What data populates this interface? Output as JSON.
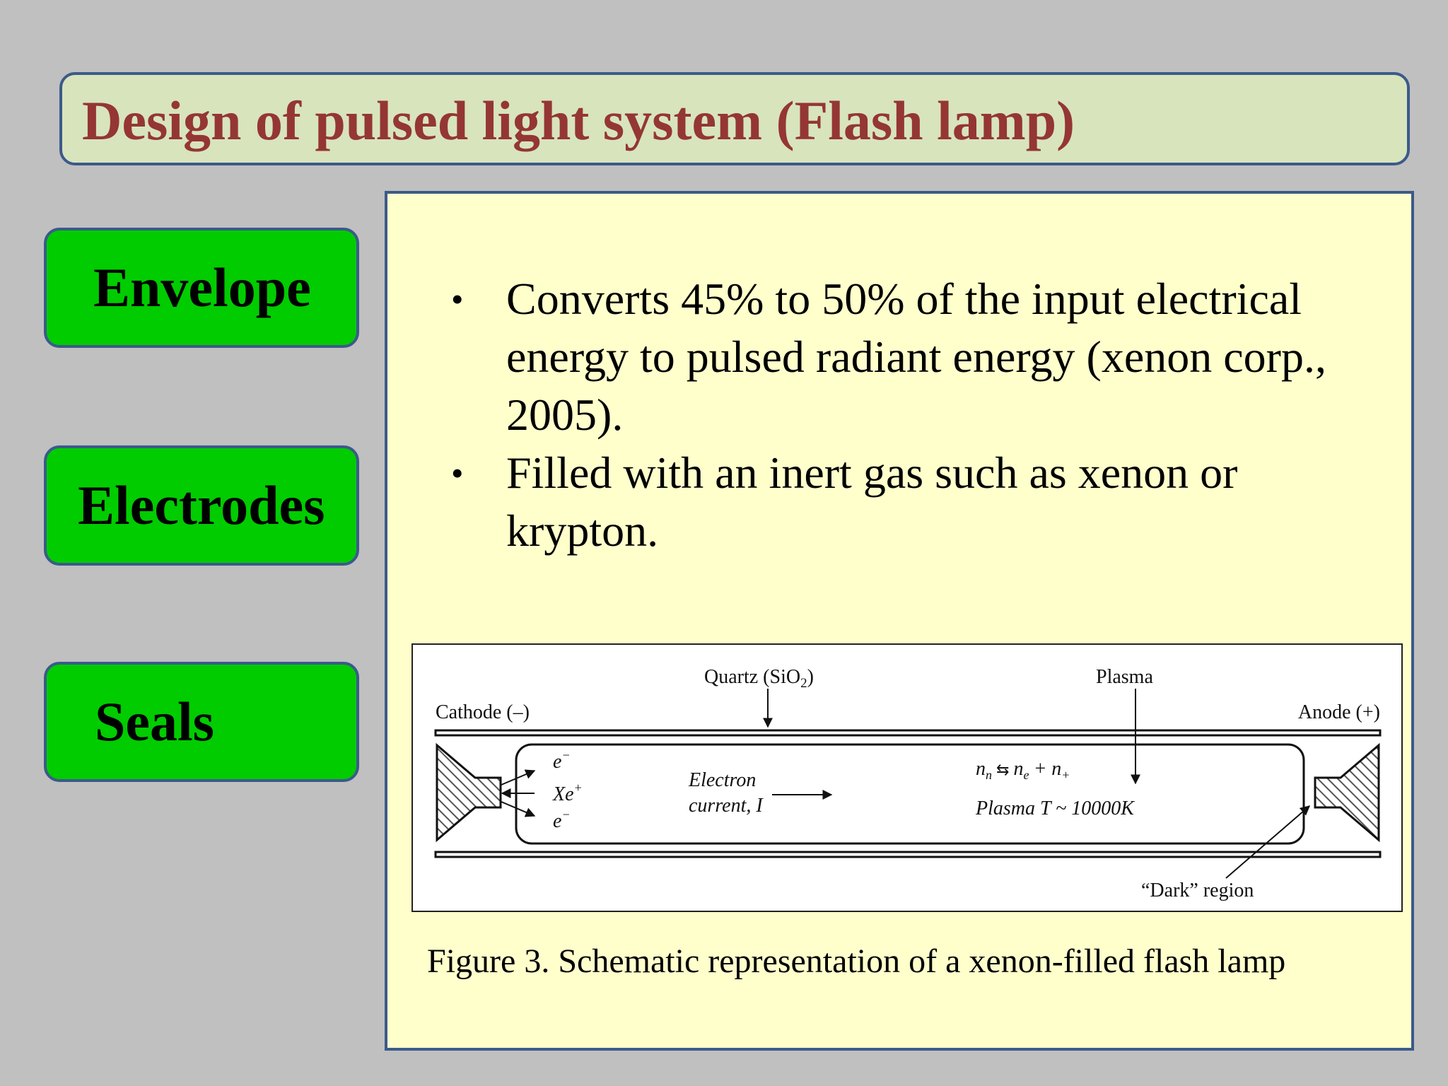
{
  "title": "Design of pulsed light system (Flash lamp)",
  "sidebar": {
    "items": [
      {
        "label": "Envelope"
      },
      {
        "label": "Electrodes"
      },
      {
        "label": "Seals"
      }
    ]
  },
  "content": {
    "bullets": [
      {
        "text": "Converts 45% to 50% of the input electrical energy to pulsed radiant energy (xenon corp., 2005)."
      },
      {
        "text": "Filled with an inert gas such as xenon or krypton."
      }
    ],
    "bullet_symbol": "•"
  },
  "figure": {
    "labels": {
      "quartz": "Quartz (SiO",
      "quartz_sub": "2",
      "quartz_close": ")",
      "plasma": "Plasma",
      "cathode": "Cathode (–)",
      "anode": "Anode (+)",
      "e_minus_top": "e",
      "e_minus_bottom": "e",
      "minus_sup": "−",
      "xe": "Xe",
      "plus_sup": "+",
      "electron": "Electron",
      "current": "current, I",
      "nn": "n",
      "nn_sub": "n",
      "equilibrium": "⇆",
      "ne": "n",
      "ne_sub": "e",
      "plus": "+",
      "np": "n",
      "np_sub": "+",
      "plasma_temp": "Plasma T ~ 10000K",
      "dark_region": "“Dark” region"
    },
    "caption": "Figure 3. Schematic representation of a xenon-filled flash lamp"
  },
  "colors": {
    "background": "#c0c0c0",
    "title_bg": "#d8e4bc",
    "title_text": "#943634",
    "border": "#3c5a8a",
    "side_box": "#00cc00",
    "panel_bg": "#ffffcc"
  }
}
